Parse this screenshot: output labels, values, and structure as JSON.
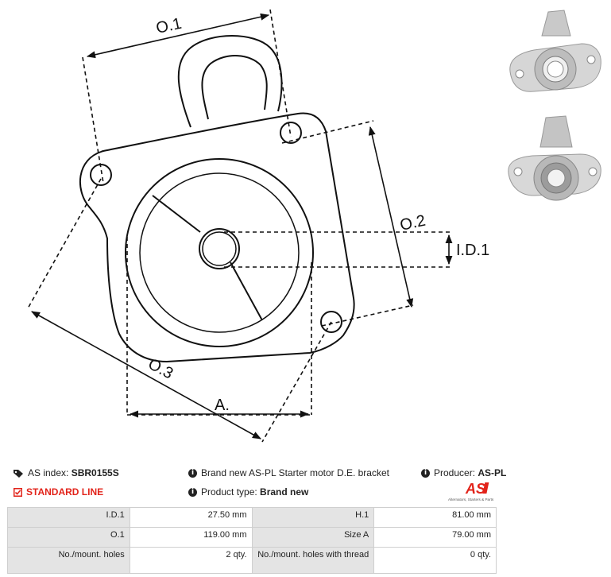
{
  "drawing": {
    "labels": {
      "o1": "O.1",
      "o2": "O.2",
      "o3": "O.3",
      "id1": "I.D.1",
      "a": "A."
    }
  },
  "info": {
    "as_index_label": "AS index: ",
    "as_index_value": "SBR0155S",
    "description": "Brand new AS-PL Starter motor D.E. bracket",
    "producer_label": "Producer: ",
    "producer_value": "AS-PL",
    "line": "STANDARD LINE",
    "product_type_label": "Product type: ",
    "product_type_value": "Brand new",
    "logo_text": "AS",
    "logo_tagline": "Alternators, Starters & Parts"
  },
  "specs": {
    "rows": [
      [
        {
          "label": "I.D.1",
          "value": "27.50 mm"
        },
        {
          "label": "H.1",
          "value": "81.00 mm"
        }
      ],
      [
        {
          "label": "O.1",
          "value": "119.00 mm"
        },
        {
          "label": "Size A",
          "value": "79.00 mm"
        }
      ],
      [
        {
          "label": "No./mount. holes",
          "value": "2 qty."
        },
        {
          "label": "No./mount. holes with thread",
          "value": "0 qty."
        }
      ]
    ]
  },
  "colors": {
    "accent_red": "#e2231a",
    "table_label_bg": "#e4e4e4",
    "table_border": "#cfcfcf"
  }
}
